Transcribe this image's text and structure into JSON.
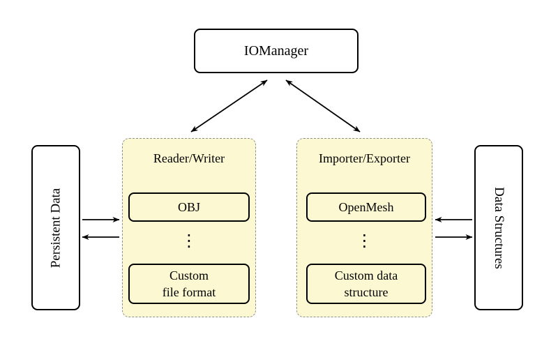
{
  "diagram": {
    "iomanager": {
      "label": "IOManager"
    },
    "persistent_data": {
      "label": "Persistent Data"
    },
    "data_structures": {
      "label": "Data Structures"
    },
    "reader_writer": {
      "title": "Reader/Writer",
      "items": [
        "OBJ",
        "Custom\nfile format"
      ],
      "ellipsis": "⋮"
    },
    "importer_exporter": {
      "title": "Importer/Exporter",
      "items": [
        "OpenMesh",
        "Custom data\nstructure"
      ],
      "ellipsis": "⋮"
    },
    "colors": {
      "group_fill": "#fcf9d2",
      "group_border": "#8f8f8f",
      "node_fill": "#ffffff",
      "node_border": "#000000",
      "arrow": "#000000"
    },
    "connections": [
      "IOManager <-> Reader/Writer",
      "IOManager <-> Importer/Exporter",
      "Persistent Data -> Reader/Writer",
      "Reader/Writer -> Persistent Data",
      "Data Structures -> Importer/Exporter",
      "Importer/Exporter -> Data Structures"
    ]
  }
}
